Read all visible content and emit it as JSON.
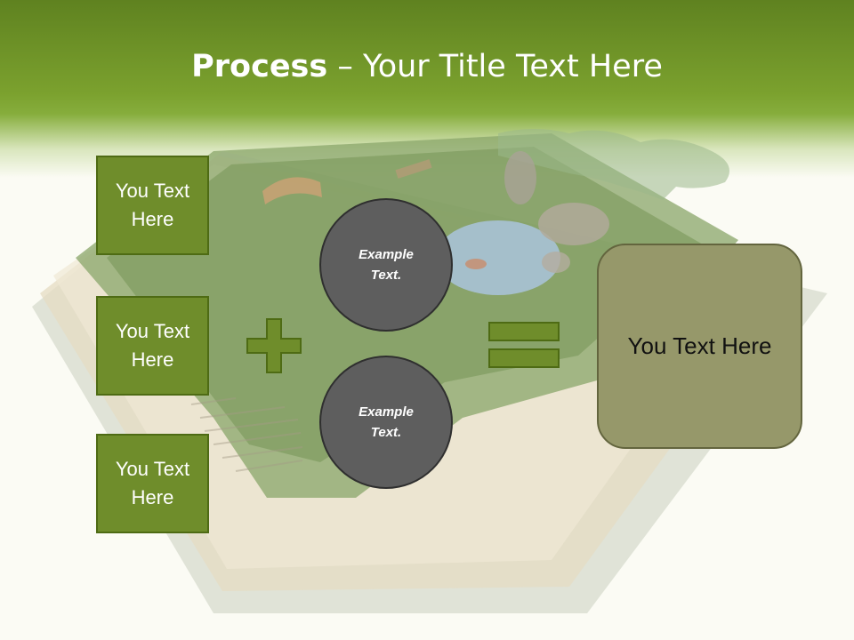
{
  "slide": {
    "title_bold": "Process",
    "title_rest": " – Your Title Text Here"
  },
  "boxes": [
    {
      "label": "You Text Here"
    },
    {
      "label": "You Text Here"
    },
    {
      "label": "You Text Here"
    }
  ],
  "circles": [
    {
      "label": "Example Text."
    },
    {
      "label": "Example Text."
    }
  ],
  "result": {
    "label": "You Text Here"
  },
  "colors": {
    "header_green": "#7ba12e",
    "box_green": "#6f8d2b",
    "box_border": "#4e6b14",
    "circle_gray": "#5e5e5e",
    "result_olive": "#96986a"
  }
}
